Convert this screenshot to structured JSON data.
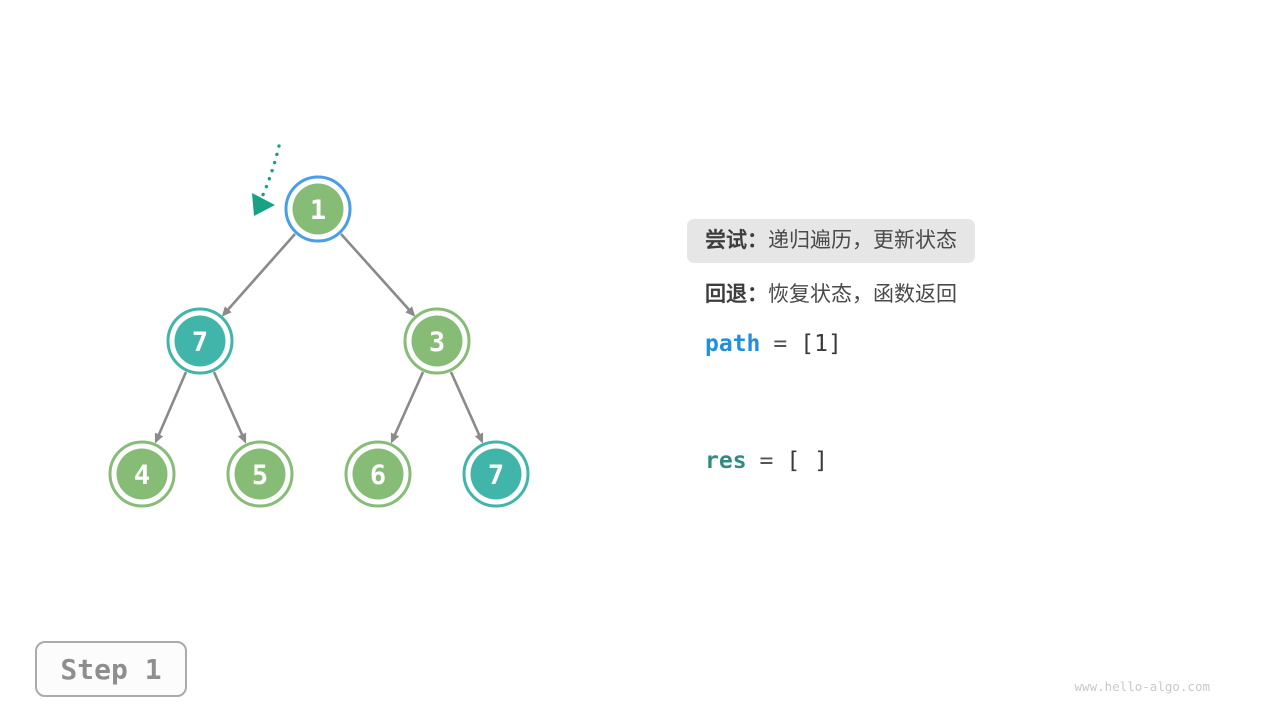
{
  "colors": {
    "green": "#87bc77",
    "teal": "#41b5a9",
    "highlight_ring": "#4a9de8",
    "edge": "#8a8a8a",
    "pointer": "#16a385",
    "text_dark": "#3d3d3d",
    "text_body": "#4a4a4a",
    "highlight_bg": "#e6e6e6",
    "path_color": "#2090dd",
    "res_color": "#338b80",
    "step_text": "#8e8e8e",
    "step_border": "#ababab",
    "watermark": "#c9c9c9",
    "node_text": "#ffffff"
  },
  "tree": {
    "nodes": [
      {
        "label": "1",
        "css": "node active"
      },
      {
        "label": "7",
        "css": "node teal"
      },
      {
        "label": "3",
        "css": "node green"
      },
      {
        "label": "4",
        "css": "node green"
      },
      {
        "label": "5",
        "css": "node green"
      },
      {
        "label": "6",
        "css": "node green"
      },
      {
        "label": "7",
        "css": "node teal"
      }
    ],
    "edges": [
      {
        "from": "1",
        "to": "7"
      },
      {
        "from": "1",
        "to": "3"
      },
      {
        "from": "7",
        "to": "4"
      },
      {
        "from": "7",
        "to": "5"
      },
      {
        "from": "3",
        "to": "6"
      },
      {
        "from": "3",
        "to": "7"
      }
    ]
  },
  "panel": {
    "try_label": "尝试：",
    "try_text": "递归遍历，更新状态",
    "backtrack_label": "回退：",
    "backtrack_text": "恢复状态，函数返回",
    "path_var": "path",
    "path_eq": "=",
    "path_value": "[1]",
    "res_var": "res",
    "res_eq": "=",
    "res_value": "[ ]"
  },
  "step_badge": {
    "label": "Step 1"
  },
  "watermark": "www.hello-algo.com"
}
